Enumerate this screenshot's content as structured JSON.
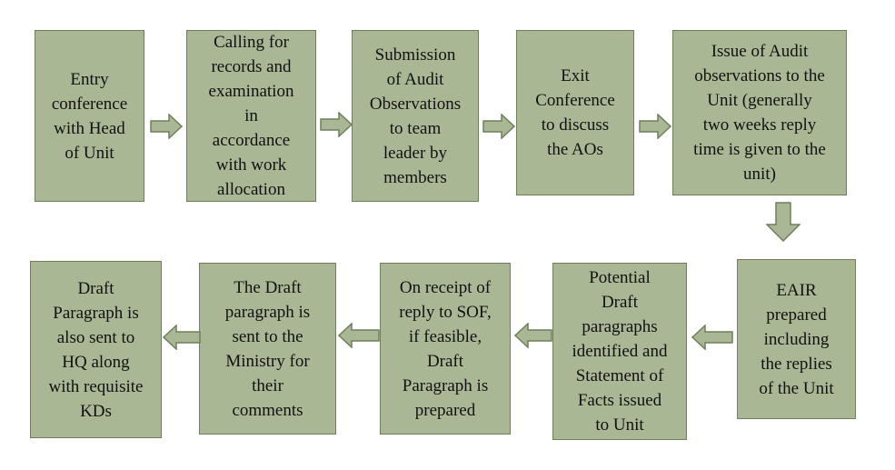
{
  "diagram": {
    "colors": {
      "box_fill": "#a9b794",
      "box_border": "#6f7f5c",
      "arrow_fill": "#a9b794",
      "arrow_stroke": "#6f7f5c",
      "text": "#111111"
    },
    "steps": [
      {
        "id": "entry-conference",
        "text": "Entry\nconference\nwith Head\nof Unit"
      },
      {
        "id": "calling-records",
        "text": "Calling for\nrecords and\nexamination\nin\naccordance\nwith work\nallocation"
      },
      {
        "id": "submission-aos",
        "text": "Submission\nof Audit\nObservations\nto team\nleader by\nmembers"
      },
      {
        "id": "exit-conference",
        "text": "Exit\nConference\nto discuss\nthe AOs"
      },
      {
        "id": "issue-audit-observations",
        "text": "Issue of Audit\nobservations to the\nUnit (generally\ntwo weeks reply\ntime is given to the\nunit)"
      },
      {
        "id": "eair-prepared",
        "text": "EAIR\nprepared\nincluding\nthe replies\nof the  Unit"
      },
      {
        "id": "potential-draft-paragraphs",
        "text": "Potential\nDraft\nparagraphs\nidentified and\nStatement of\nFacts issued\nto Unit"
      },
      {
        "id": "receipt-of-reply",
        "text": "On receipt of\nreply to SOF,\nif feasible,\nDraft\nParagraph is\nprepared"
      },
      {
        "id": "sent-to-ministry",
        "text": "The Draft\nparagraph is\nsent to the\nMinistry for\ntheir\ncomments"
      },
      {
        "id": "sent-to-hq",
        "text": "Draft\nParagraph is\nalso sent to\nHQ along\nwith requisite\nKDs"
      }
    ]
  }
}
